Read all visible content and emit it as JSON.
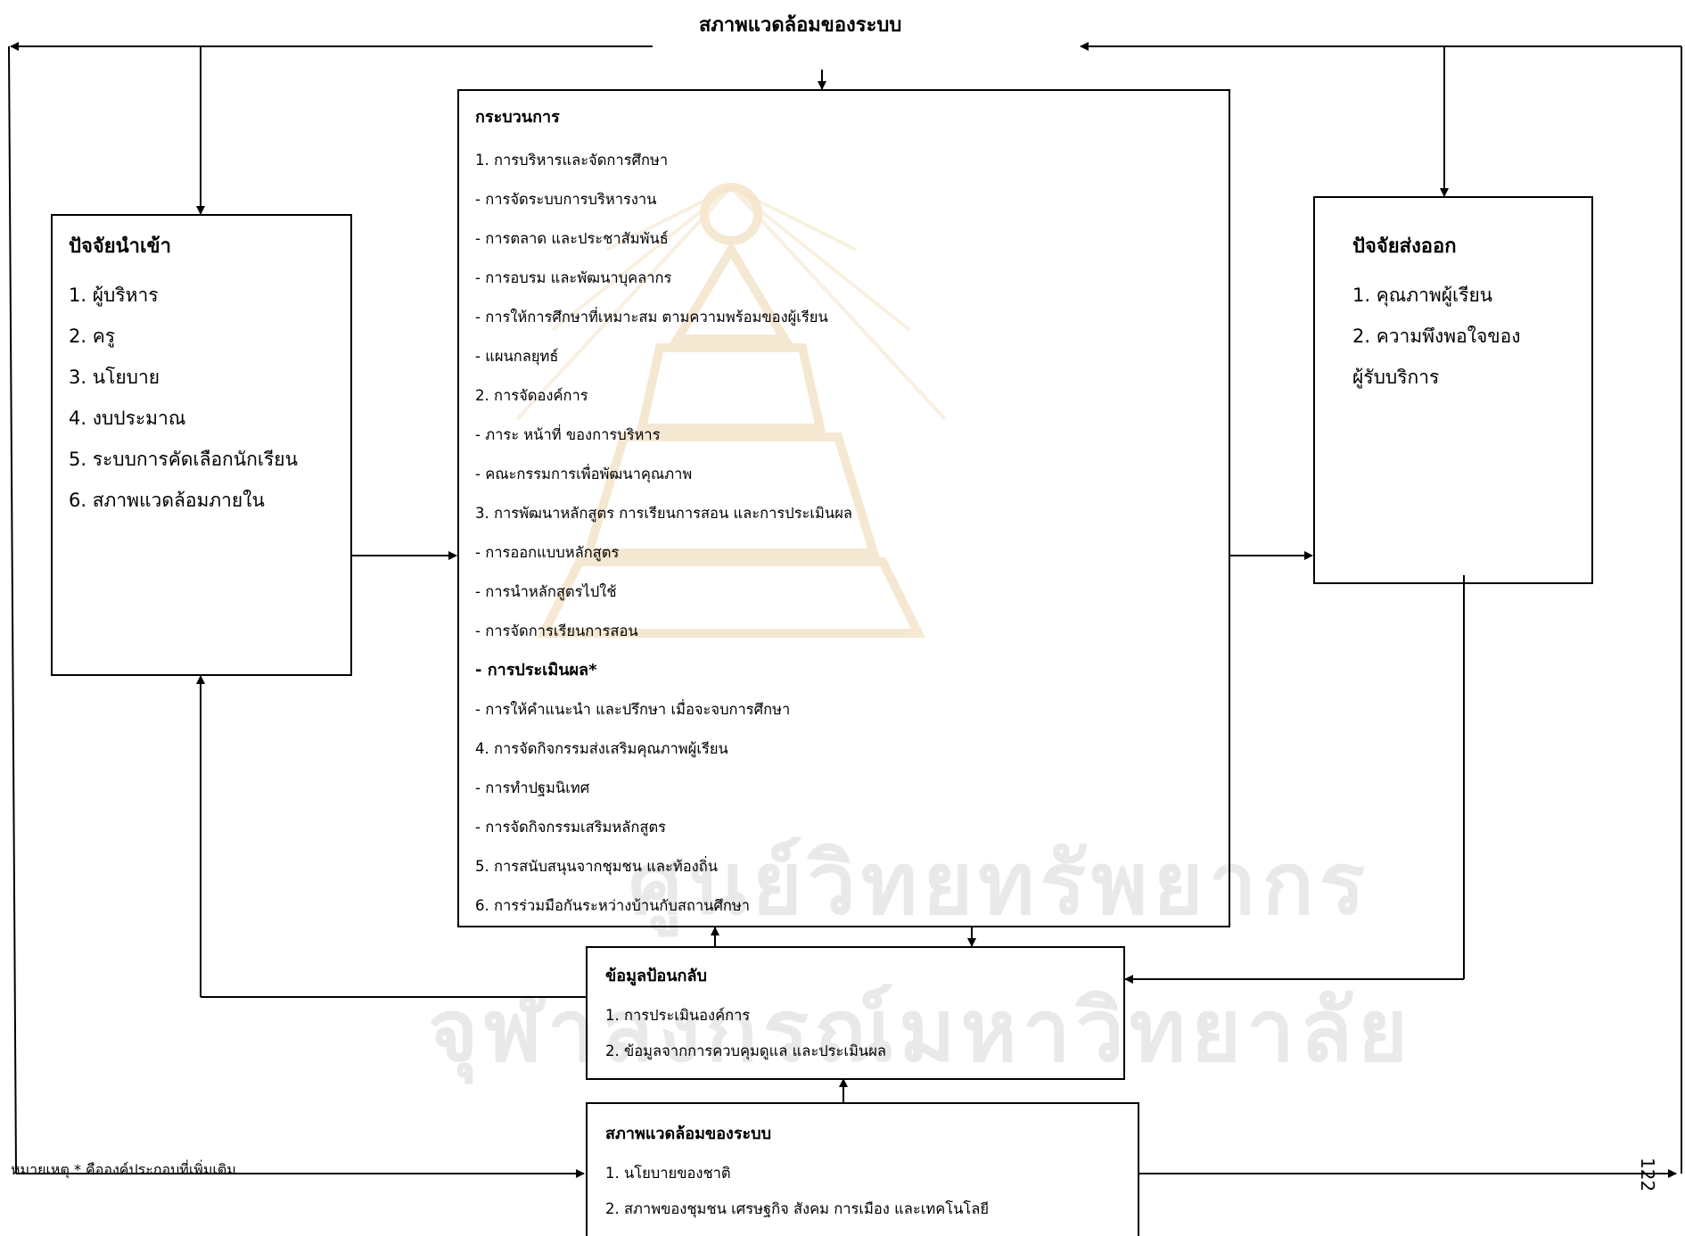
{
  "environment_top": {
    "title": "สภาพแวดล้อมของระบบ"
  },
  "input": {
    "title": "ปัจจัยนำเข้า",
    "items": [
      "1.  ผู้บริหาร",
      "2. ครู",
      "3. นโยบาย",
      "4. งบประมาณ",
      "5. ระบบการคัดเลือกนักเรียน",
      "6. สภาพแวดล้อมภายใน"
    ]
  },
  "process": {
    "title": "กระบวนการ",
    "lines": [
      "1. การบริหารและจัดการศึกษา",
      " - การจัดระบบการบริหารงาน",
      " - การตลาด และประชาสัมพันธ์",
      " - การอบรม และพัฒนาบุคลากร",
      " - การให้การศึกษาที่เหมาะสม ตามความพร้อมของผู้เรียน",
      " - แผนกลยุทธ์",
      "2. การจัดองค์การ",
      " - ภาระ หน้าที่ ของการบริหาร",
      " - คณะกรรมการเพื่อพัฒนาคุณภาพ",
      "3. การพัฒนาหลักสูตร การเรียนการสอน และการประเมินผล",
      " - การออกแบบหลักสูตร",
      " - การนำหลักสูตรไปใช้",
      " - การจัดการเรียนการสอน",
      " - การประเมินผล*",
      " - การให้คำแนะนำ และปรึกษา เมื่อจะจบการศึกษา",
      "4. การจัดกิจกรรมส่งเสริมคุณภาพผู้เรียน",
      " - การทำปฐมนิเทศ",
      " - การจัดกิจกรรมเสริมหลักสูตร",
      "5. การสนับสนุนจากชุมชน และท้องถิ่น",
      "6. การร่วมมือกันระหว่างบ้านกับสถานศึกษา"
    ]
  },
  "output": {
    "title": "ปัจจัยส่งออก",
    "items": [
      "1. คุณภาพผู้เรียน",
      "2. ความพึงพอใจของ",
      "ผู้รับบริการ"
    ]
  },
  "feedback": {
    "title": "ข้อมูลป้อนกลับ",
    "items": [
      "1.  การประเมินองค์การ",
      "2.  ข้อมูลจากการควบคุมดูแล และประเมินผล"
    ]
  },
  "environment_bottom": {
    "title": "สภาพแวดล้อมของระบบ",
    "items": [
      "1.  นโยบายของชาติ",
      " 2.  สภาพของชุมชน เศรษฐกิจ สังคม การเมือง และเทคโนโลยี"
    ]
  },
  "note": "หมายเหตุ * คือองค์ประกอบที่เพิ่มเติม",
  "page_number": "122",
  "watermark": {
    "line1": "ศูนย์วิทยทรัพยากร",
    "line2": "จุฬาลงกรณ์มหาวิทยาลัย"
  },
  "colors": {
    "line": "#000000",
    "watermark": "#d8d8d8",
    "seal": "#e8c9a0"
  }
}
